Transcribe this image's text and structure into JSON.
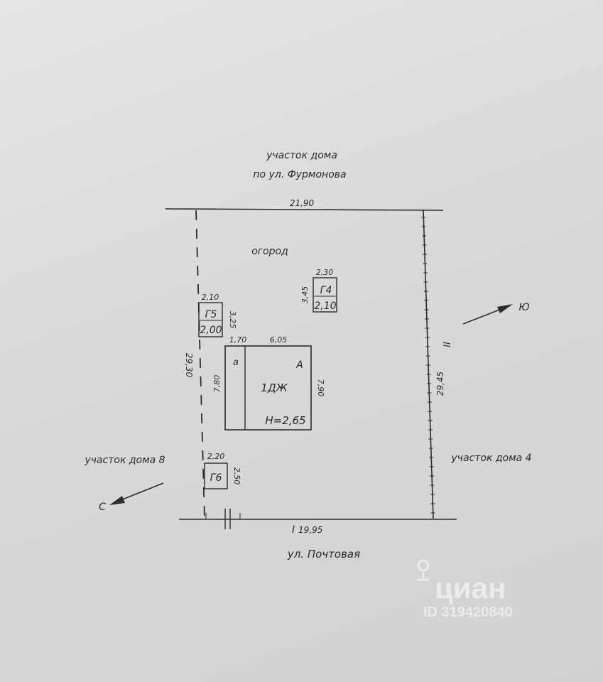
{
  "neighbors": {
    "north_line1": "участок дома",
    "north_line2": "по ул. Фурмонова",
    "west": "участок дома 8",
    "east": "участок дома 4",
    "street": "ул. Почтовая"
  },
  "garden_label": "огород",
  "dimensions": {
    "north": "21,90",
    "west": "29,30",
    "east": "29,45",
    "south": "19,95"
  },
  "boundary_marks": {
    "east_roman": "II",
    "south_roman": "I"
  },
  "house": {
    "liter": "1ДЖ",
    "section_a": "А",
    "section_small": "а",
    "height": "Н=2,65",
    "width_small": "1,70",
    "width_main": "6,05",
    "depth_left": "7,80",
    "depth_right": "7,90"
  },
  "buildings": {
    "g4": {
      "label": "Г4",
      "top": "2,30",
      "side": "3,45",
      "bottom": "2,10"
    },
    "g5": {
      "label": "Г5",
      "top": "2,10",
      "side": "3,25",
      "bottom": "2,00"
    },
    "g6": {
      "label": "Г6",
      "top": "2,20",
      "side": "2,50"
    }
  },
  "compass": {
    "south": "Ю",
    "north": "С"
  },
  "watermark": {
    "brand": "циан",
    "id": "ID 319420840"
  }
}
